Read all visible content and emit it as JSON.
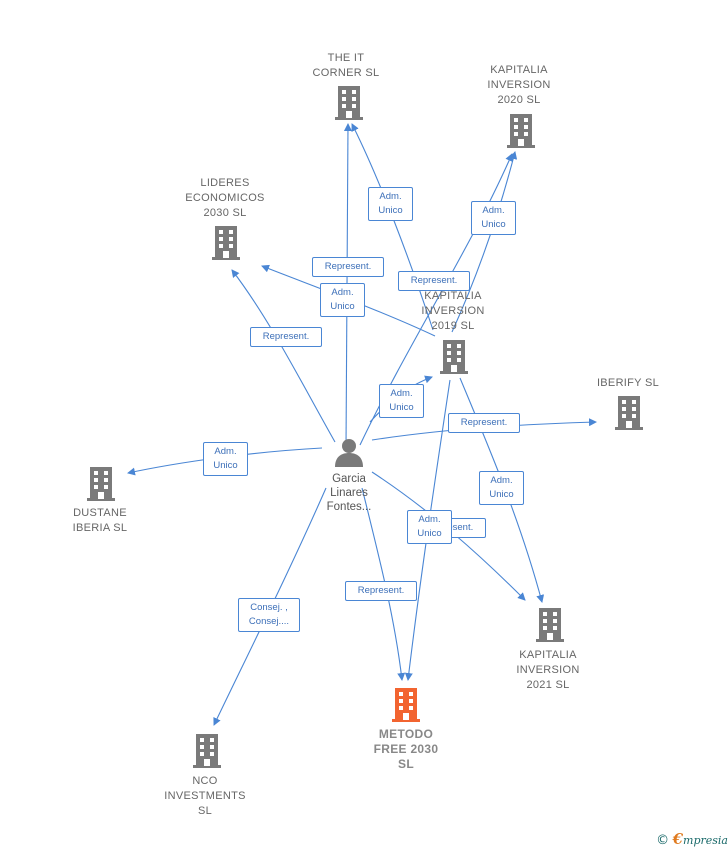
{
  "nodes": {
    "the_it_corner": {
      "label": "THE IT\nCORNER  SL"
    },
    "kapitalia_2020": {
      "label": "KAPITALIA\nINVERSION\n2020  SL"
    },
    "lideres": {
      "label": "LIDERES\nECONOMICOS\n2030  SL"
    },
    "kapitalia_2019": {
      "label": "KAPITALIA\nINVERSION\n2019  SL"
    },
    "iberify": {
      "label": "IBERIFY  SL"
    },
    "dustane": {
      "label": "DUSTANE\nIBERIA  SL"
    },
    "kapitalia_2021": {
      "label": "KAPITALIA\nINVERSION\n2021  SL"
    },
    "metodo": {
      "label": "METODO\nFREE 2030\nSL"
    },
    "nco": {
      "label": "NCO\nINVESTMENTS\nSL"
    },
    "person": {
      "label": "Garcia\nLinares\nFontes..."
    }
  },
  "edge_labels": {
    "adm_unico_itcorner": "Adm.\nUnico",
    "adm_unico_2020": "Adm.\nUnico",
    "represent_itcorner": "Represent.",
    "represent_2020": "Represent.",
    "adm_unico_lideres": "Adm.\nUnico",
    "represent_lideres": "Represent.",
    "adm_unico_2019": "Adm.\nUnico",
    "represent_iberify": "Represent.",
    "adm_unico_dustane": "Adm.\nUnico",
    "adm_unico_2021": "Adm.\nUnico",
    "represent_2021_partial": "Represent.",
    "adm_unico_metodo": "Adm.\nUnico",
    "represent_metodo": "Represent.",
    "consej_nco": "Consej. ,\nConsej...."
  },
  "colors": {
    "edge": "#4a86d4",
    "building": "#7a7a7a",
    "building_main": "#f26430",
    "person": "#7a7a7a"
  },
  "footer": {
    "copyright": "©",
    "brand_initial": "€",
    "brand_rest": "mpresia"
  }
}
